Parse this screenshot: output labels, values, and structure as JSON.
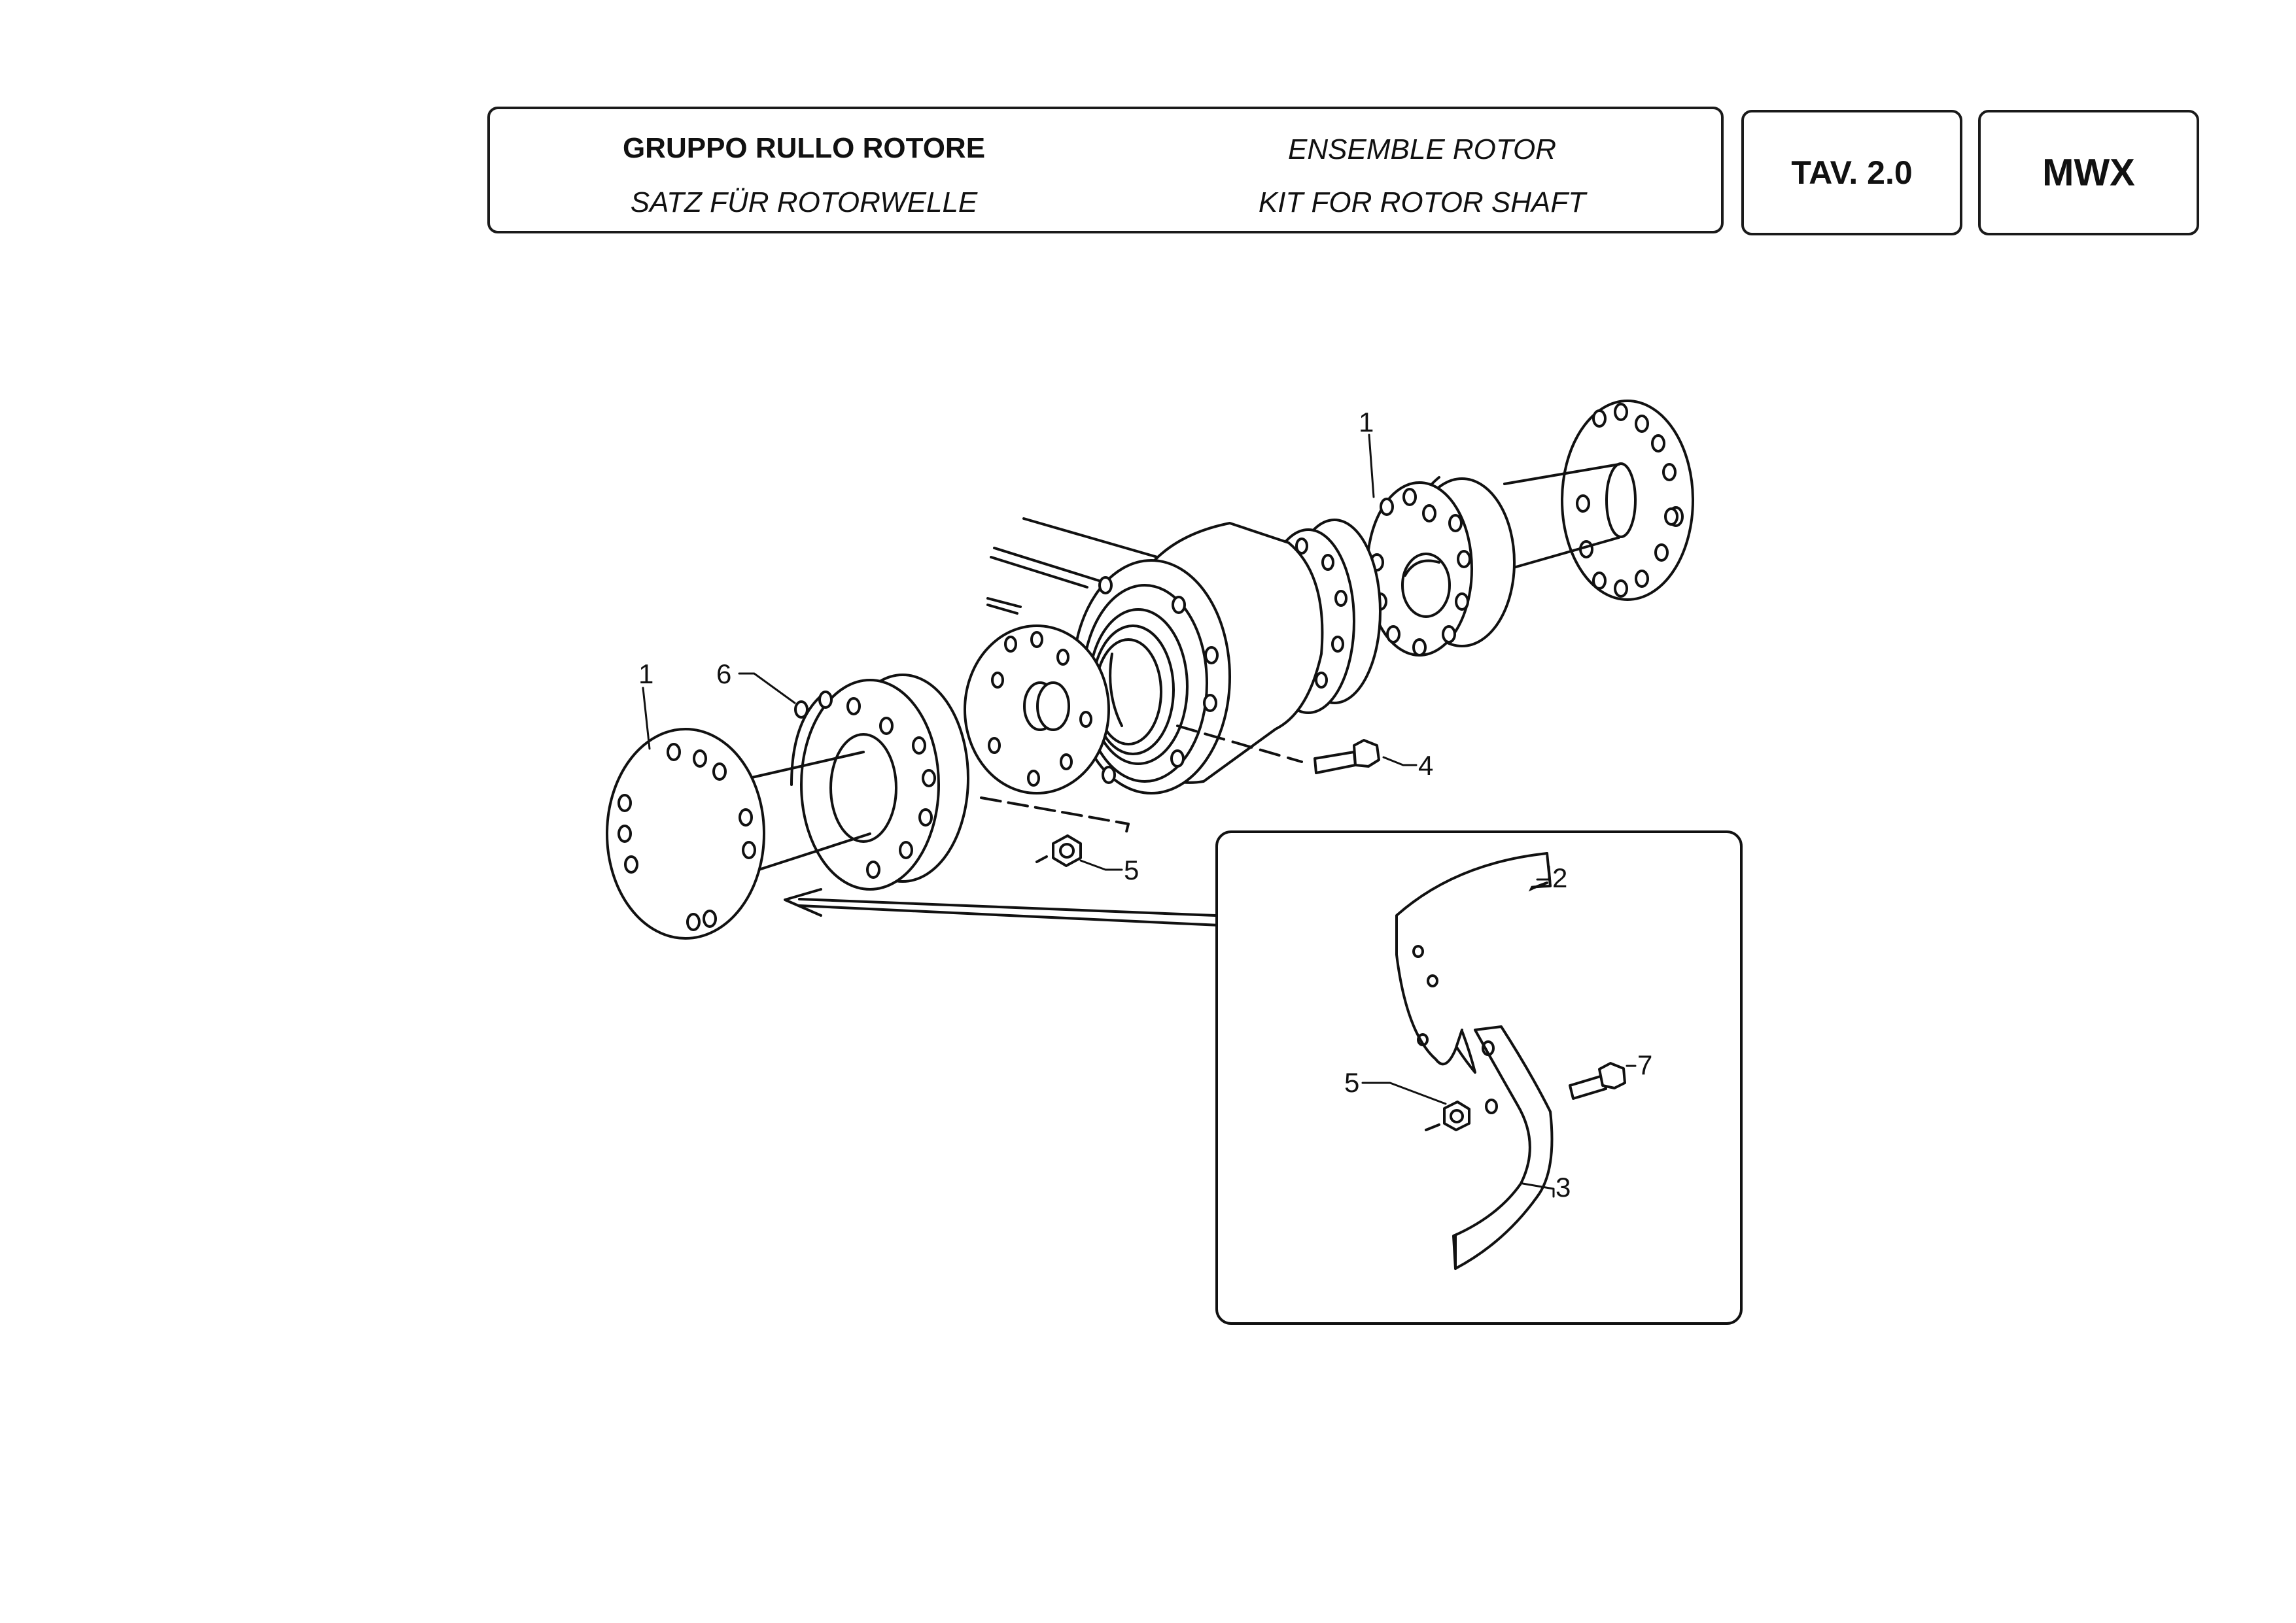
{
  "header": {
    "title_it": "GRUPPO RULLO ROTORE",
    "title_fr": "ENSEMBLE ROTOR",
    "title_de": "SATZ FÜR ROTORWELLE",
    "title_en": "KIT FOR ROTOR SHAFT",
    "table_code": "TAV. 2.0",
    "model": "MWX"
  },
  "callouts": {
    "c1_left": "1",
    "c1_right": "1",
    "c6": "6",
    "c4": "4",
    "c5_main": "5",
    "c2": "2",
    "c7": "7",
    "c5_inset": "5",
    "c3": "3"
  },
  "icons": [
    "flange-disc",
    "rotor-hub",
    "bolt",
    "nut",
    "blade",
    "arrow"
  ]
}
